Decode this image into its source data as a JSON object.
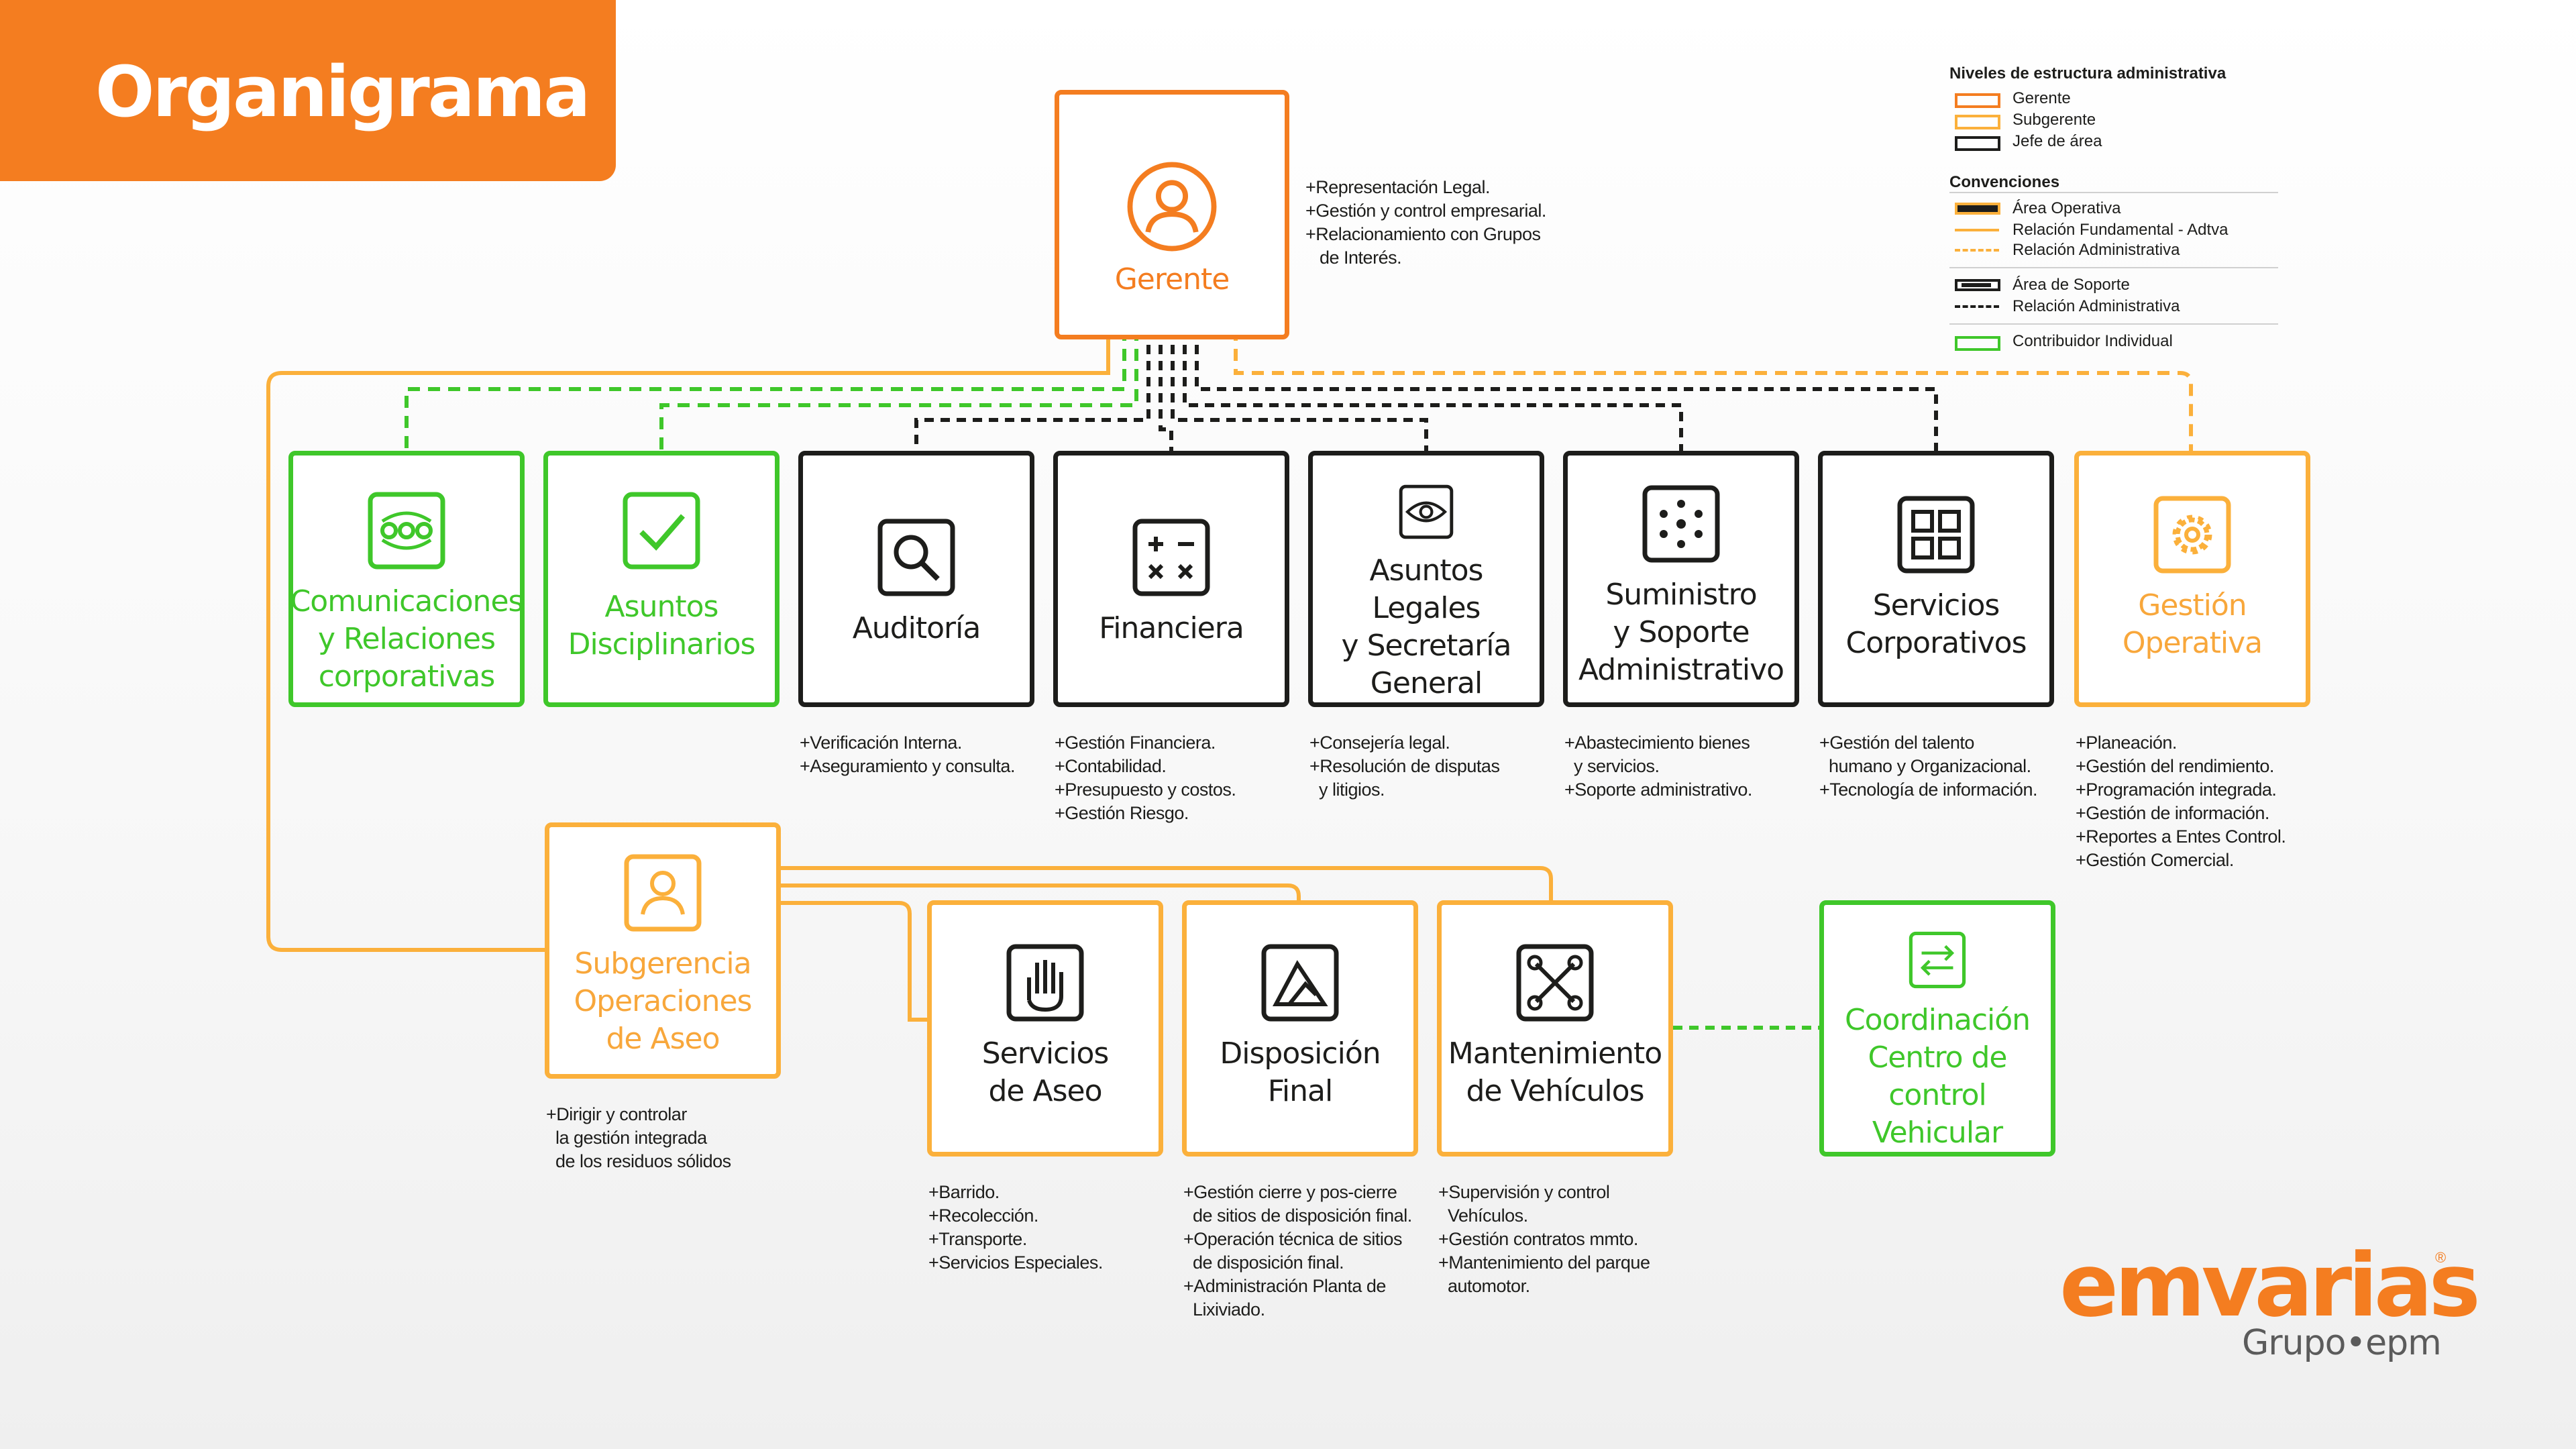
{
  "header": {
    "title": "Organigrama"
  },
  "gerente": {
    "label": "Gerente",
    "functions": "+Representación Legal.\n+Gestión y control empresarial.\n+Relacionamiento con Grupos\n   de Interés."
  },
  "areas": {
    "comunicaciones": {
      "label": "Comunicaciones\ny Relaciones\ncorporativas",
      "icon": "chat-dots-icon"
    },
    "disciplinarios": {
      "label": "Asuntos\nDisciplinarios",
      "icon": "checkmark-icon"
    },
    "auditoria": {
      "label": "Auditoría",
      "icon": "magnifier-icon",
      "functions": "+Verificación Interna.\n+Aseguramiento y consulta."
    },
    "financiera": {
      "label": "Financiera",
      "icon": "calculator-icon",
      "functions": "+Gestión Financiera.\n+Contabilidad.\n+Presupuesto y costos.\n+Gestión Riesgo."
    },
    "legales": {
      "label": "Asuntos Legales\ny Secretaría\nGeneral",
      "icon": "eye-icon",
      "functions": "+Consejería legal.\n+Resolución de disputas\n  y litigios."
    },
    "suministro": {
      "label": "Suministro\ny Soporte\nAdministrativo",
      "icon": "dots-circle-icon",
      "functions": "+Abastecimiento bienes\n  y servicios.\n+Soporte administrativo."
    },
    "corporativos": {
      "label": "Servicios\nCorporativos",
      "icon": "grid-icon",
      "functions": "+Gestión del talento\n  humano y Organizacional.\n+Tecnología de información."
    },
    "operativa": {
      "label": "Gestión\nOperativa",
      "icon": "gear-icon",
      "functions": "+Planeación.\n+Gestión del rendimiento.\n+Programación integrada.\n+Gestión de información.\n+Reportes a Entes Control.\n+Gestión Comercial."
    },
    "subgerencia": {
      "label": "Subgerencia\nOperaciones\nde Aseo",
      "icon": "person-icon",
      "functions": "+Dirigir y controlar\n  la gestión integrada\n  de los residuos sólidos"
    },
    "aseo": {
      "label": "Servicios\nde Aseo",
      "icon": "hand-icon",
      "functions": "+Barrido.\n+Recolección.\n+Transporte.\n+Servicios Especiales."
    },
    "disposicion": {
      "label": "Disposición\nFinal",
      "icon": "mountain-icon",
      "functions": "+Gestión cierre y pos-cierre\n  de sitios de disposición final.\n+Operación técnica de sitios\n  de disposición final.\n+Administración Planta de\n  Lixiviado."
    },
    "mantenimiento": {
      "label": "Mantenimiento\nde Vehículos",
      "icon": "wrench-cross-icon",
      "functions": "+Supervisión y control\n  Vehículos.\n+Gestión contratos mmto.\n+Mantenimiento del parque\n  automotor."
    },
    "coordinacion": {
      "label": "Coordinación\nCentro de control\nVehicular",
      "icon": "swap-arrows-icon"
    }
  },
  "legend": {
    "title": "Niveles de estructura administrativa",
    "levels": [
      "Gerente",
      "Subgerente",
      "Jefe de área"
    ],
    "conventions_title": "Convenciones",
    "operative": [
      "Área Operativa",
      "Relación Fundamental - Adtva",
      "Relación Administrativa"
    ],
    "support": [
      "Área de Soporte",
      "Relación Administrativa"
    ],
    "individual": "Contribuidor Individual"
  },
  "logo": {
    "wordmark": "emvarias",
    "registered": "®",
    "group": "Grupo•epm"
  },
  "colors": {
    "gerente": "#f47d20",
    "subgerente": "#fbb03b",
    "jefe": "#1d1d1b",
    "individual": "#3fc72a",
    "text": "#1d1d1b"
  }
}
